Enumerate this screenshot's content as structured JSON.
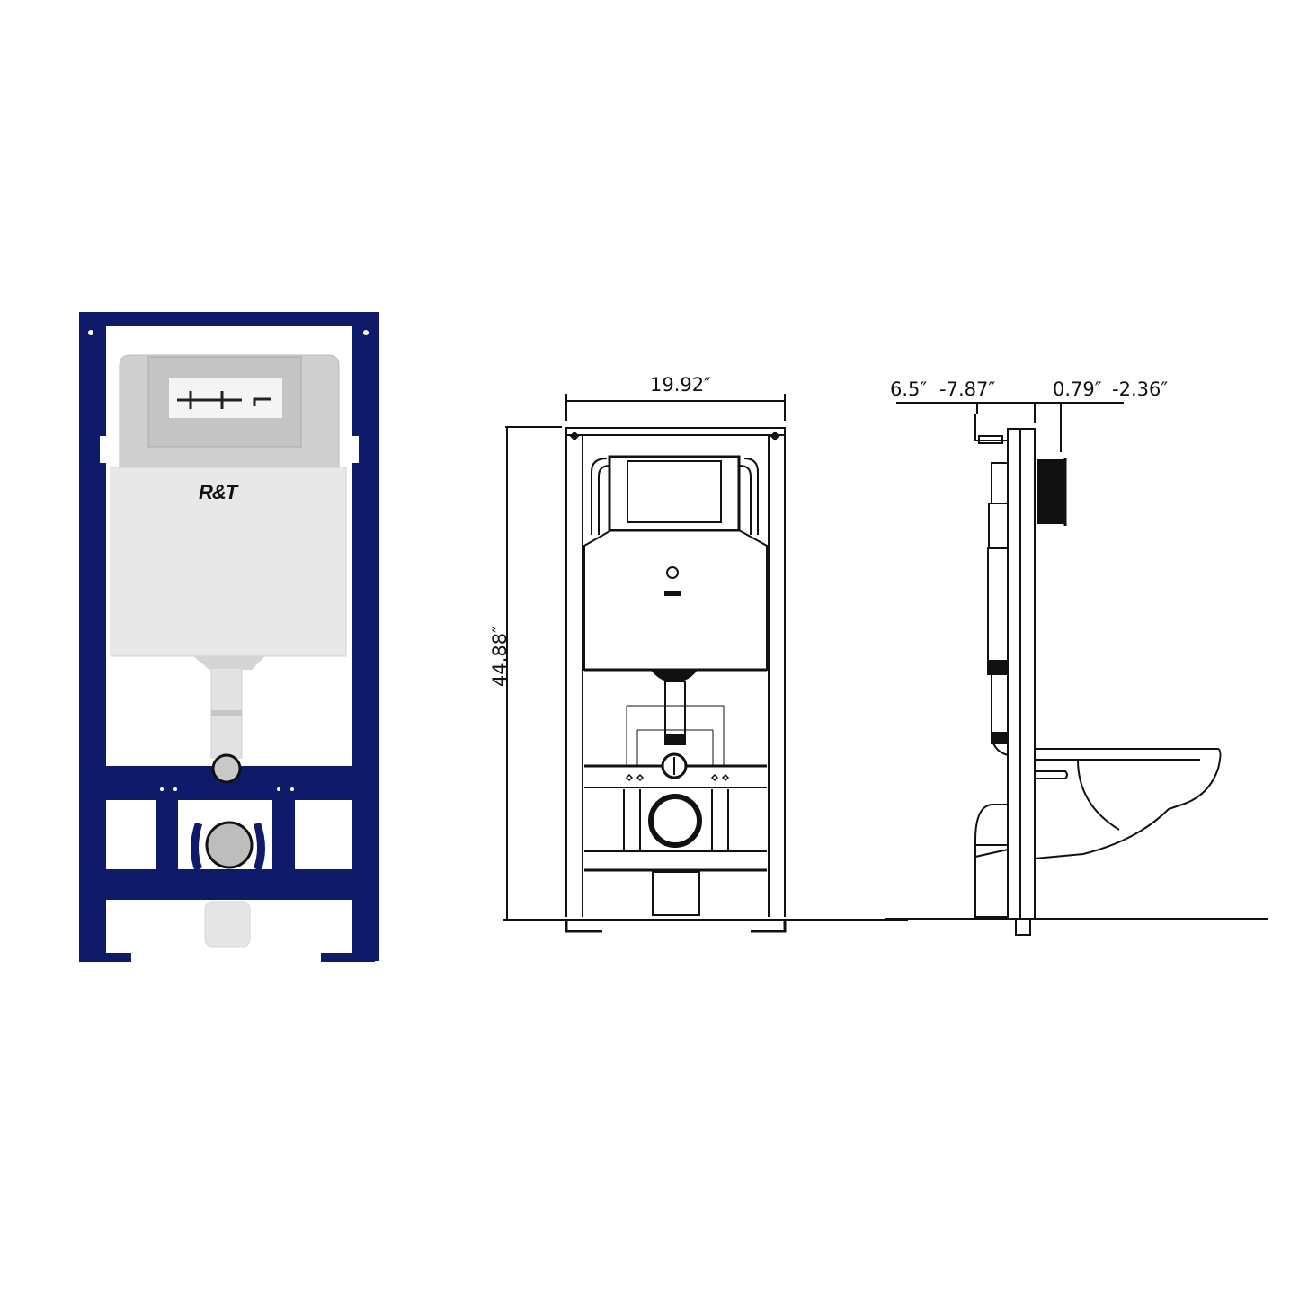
{
  "photo_view": {
    "brand_logo": "R&T",
    "frame_color": "#101a6b",
    "tank_color": "#d9d9d9",
    "tank_panel_color": "#ececec"
  },
  "front_view": {
    "width_label": "19.92″",
    "height_label": "44.88″"
  },
  "side_view": {
    "depth_label_1": "6.5″",
    "depth_label_2": "-7.87″",
    "depth_label_3": "0.79″",
    "depth_label_4": "-2.36″"
  }
}
